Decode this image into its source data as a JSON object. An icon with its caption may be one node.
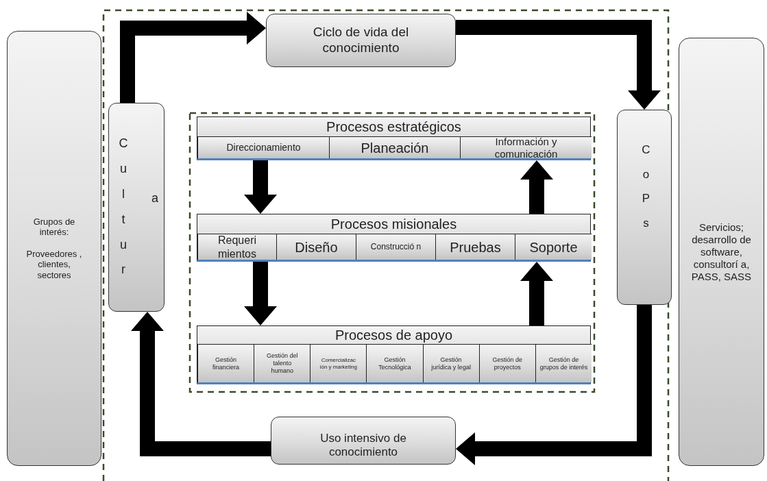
{
  "diagram": {
    "nodes": [
      {
        "text": [
          "Grupos de interés:",
          "Proveedores , clientes, sectores"
        ]
      },
      {
        "text": [
          "Ciclo de vida del conocimiento"
        ]
      },
      {
        "text": [
          "Cultur",
          "a"
        ]
      },
      {
        "text": [
          "CoPs"
        ]
      },
      {
        "text": [
          "Servicios; desarrollo de software, consultorí a, PASS, SASS"
        ]
      },
      {
        "text": [
          "Uso intensivo de conocimiento"
        ]
      },
      {
        "text": [
          "Procesos estratégicos"
        ]
      },
      {
        "text": [
          "Direccionamiento"
        ],
        "in": 6
      },
      {
        "text": [
          "Planeación"
        ],
        "in": 6
      },
      {
        "text": [
          "Información y comunicación"
        ],
        "in": 6
      },
      {
        "text": [
          "Procesos misionales"
        ]
      },
      {
        "text": [
          "Requeri mientos"
        ],
        "in": 10
      },
      {
        "text": [
          "Diseño"
        ],
        "in": 10
      },
      {
        "text": [
          "Construcció n"
        ],
        "in": 10
      },
      {
        "text": [
          "Pruebas"
        ],
        "in": 10
      },
      {
        "text": [
          "Soporte"
        ],
        "in": 10
      },
      {
        "text": [
          "Procesos de apoyo"
        ]
      },
      {
        "text": [
          "Gestión financiera"
        ],
        "in": 16
      },
      {
        "text": [
          "Gestión del talento humano"
        ],
        "in": 16
      },
      {
        "text": [
          "Comercializac ión y marketing"
        ],
        "in": 16
      },
      {
        "text": [
          "Gestión Tecnológica"
        ],
        "in": 16
      },
      {
        "text": [
          "Gestión jurídica y legal"
        ],
        "in": 16
      },
      {
        "text": [
          "Gestión de proyectos"
        ],
        "in": 16
      },
      {
        "text": [
          "Gestión de grupos de interés"
        ],
        "in": 16
      }
    ],
    "edges": [
      {
        "from": 2,
        "to": 1,
        "arrow": "to"
      },
      {
        "from": 1,
        "to": 3,
        "arrow": "to"
      },
      {
        "from": 3,
        "to": 5,
        "arrow": "to"
      },
      {
        "from": 5,
        "to": 2,
        "arrow": "to"
      },
      {
        "from": 6,
        "to": 10,
        "arrow": "to"
      },
      {
        "from": 10,
        "to": 16,
        "arrow": "to"
      },
      {
        "from": 16,
        "to": 10,
        "arrow": "to"
      },
      {
        "from": 10,
        "to": 6,
        "arrow": "to"
      }
    ]
  }
}
